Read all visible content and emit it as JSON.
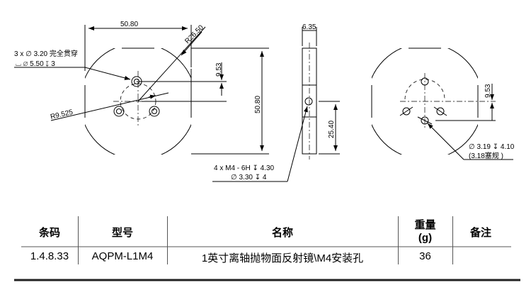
{
  "drawing": {
    "front_view": {
      "width_dim": "50.80",
      "radius_dim": "R26.50",
      "offset_dim": "9.53",
      "height_dim": "50.80",
      "pcd_radius": "R9.525",
      "hole_note_line1": "3 x ∅ 3.20 完全贯穿",
      "hole_note_line2": "⌴ ∅ 5.50 ↧ 3"
    },
    "side_view": {
      "thickness_dim": "6.35",
      "hole_height_dim": "25.40",
      "thread_note_line1": "4 x  M4 - 6H ↧ 4.30",
      "thread_note_line2": "∅ 3.30 ↧ 4"
    },
    "back_view": {
      "offset_dim": "9.53",
      "hole_note_line1": "∅ 3.19 ↧ 4.10",
      "hole_note_line2": "(3.18塞规 )"
    }
  },
  "table": {
    "headers": [
      "条码",
      "型号",
      "名称",
      "重量",
      "(g)",
      "备注"
    ],
    "row": [
      "1.4.8.33",
      "AQPM-L1M4",
      "1英寸离轴抛物面反射镜\\M4安装孔",
      "36",
      ""
    ]
  }
}
